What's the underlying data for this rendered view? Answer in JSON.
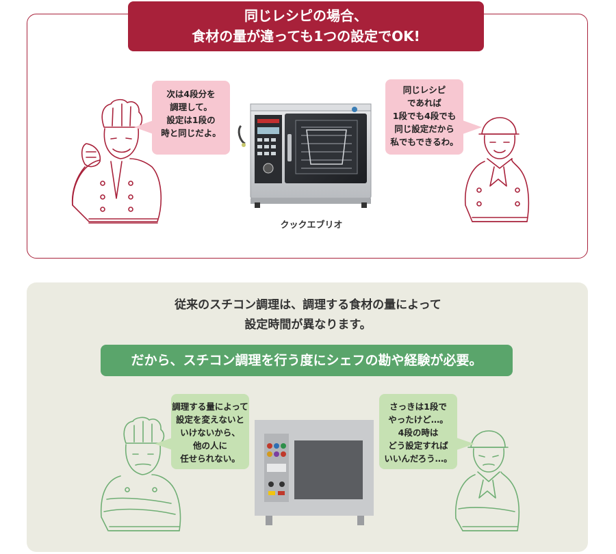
{
  "top": {
    "banner_line1": "同じレシピの場合、",
    "banner_line2": "食材の量が違っても1つの設定でOK!",
    "chef_speech": [
      "次は4段分を",
      "調理して。",
      "設定は1段の",
      "時と同じだよ。"
    ],
    "staff_speech": [
      "同じレシピ",
      "であれば",
      "1段でも4段でも",
      "同じ設定だから",
      "私でもできるわ。"
    ],
    "product_name": "クックエブリオ"
  },
  "bottom": {
    "intro_line1": "従来のスチコン調理は、調理する食材の量によって",
    "intro_line2": "設定時間が異なります。",
    "banner": "だから、スチコン調理を行う度にシェフの勘や経験が必要。",
    "chef_speech": [
      "調理する量によって",
      "設定を変えないと",
      "いけないから、",
      "他の人に",
      "任せられない。"
    ],
    "staff_speech": [
      "さっきは1段で",
      "やったけど…。",
      "4段の時は",
      "どう設定すれば",
      "いいんだろう…。"
    ]
  },
  "colors": {
    "crimson": "#a8213a",
    "pink_bubble": "#f7c7d1",
    "green": "#5aa56b",
    "green_bubble": "#c6e1b3",
    "panel_beige": "#ebebe1",
    "line_green": "#6fae74"
  }
}
